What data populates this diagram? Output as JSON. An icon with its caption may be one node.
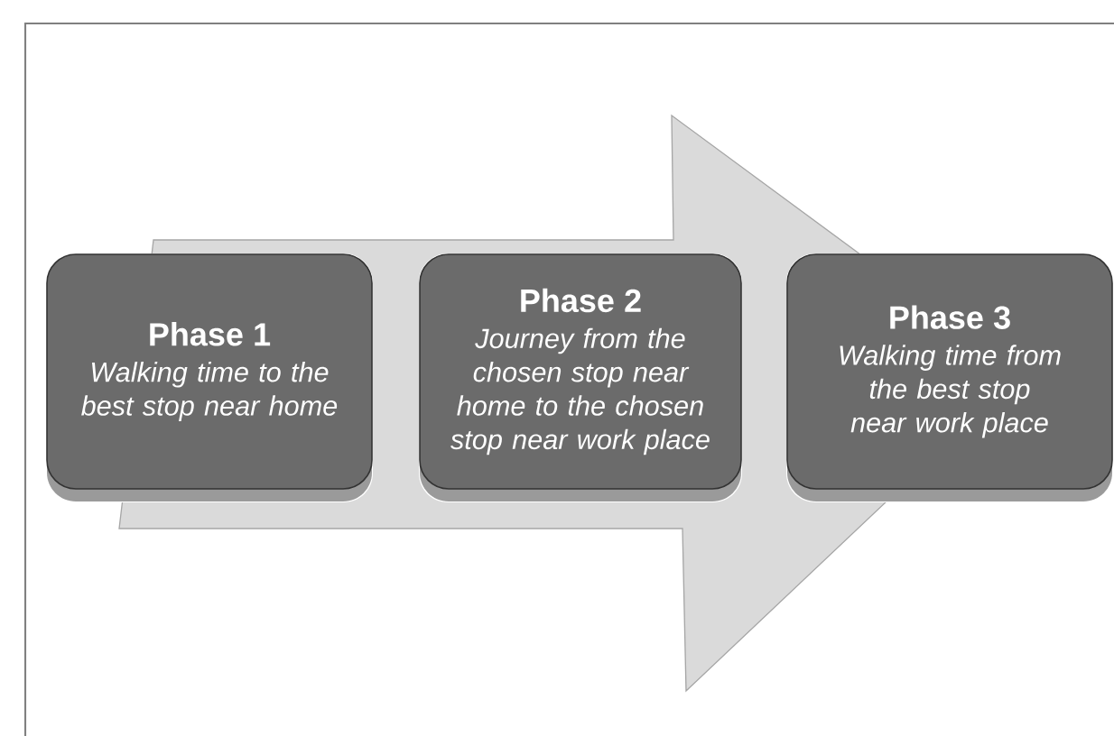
{
  "diagram": {
    "nodes": [
      {
        "text": [
          "Phase 1",
          "Walking time to the best stop near home"
        ]
      },
      {
        "text": [
          "Phase 2",
          "Journey from the chosen stop near home to the chosen stop near work place"
        ]
      },
      {
        "text": [
          "Phase 3",
          "Walking time from the best stop near work place"
        ]
      }
    ],
    "edges": [
      {
        "from": 0,
        "to": 2,
        "arrow": "to"
      }
    ]
  }
}
